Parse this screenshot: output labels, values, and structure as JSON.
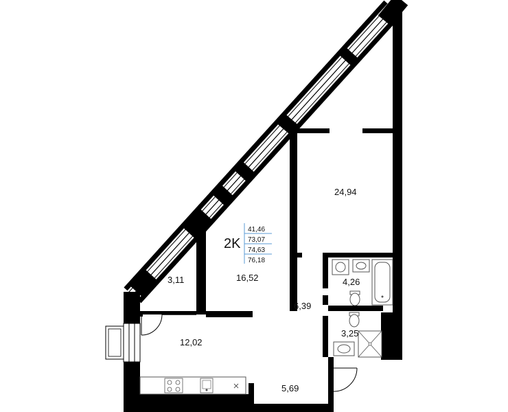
{
  "apartment": {
    "type": "2K",
    "areas": [
      "41,46",
      "73,07",
      "74,63",
      "76,18"
    ]
  },
  "rooms": {
    "bedroom": "24,94",
    "living": "16,52",
    "balcony": "3,11",
    "kitchen": "12,02",
    "hall": "6,39",
    "entrance": "5,69",
    "bathroom": "4,26",
    "wc": "3,25"
  },
  "colors": {
    "wall": "#000000",
    "fixture": "#555555",
    "divider": "#5b9bd5",
    "background": "#ffffff"
  }
}
